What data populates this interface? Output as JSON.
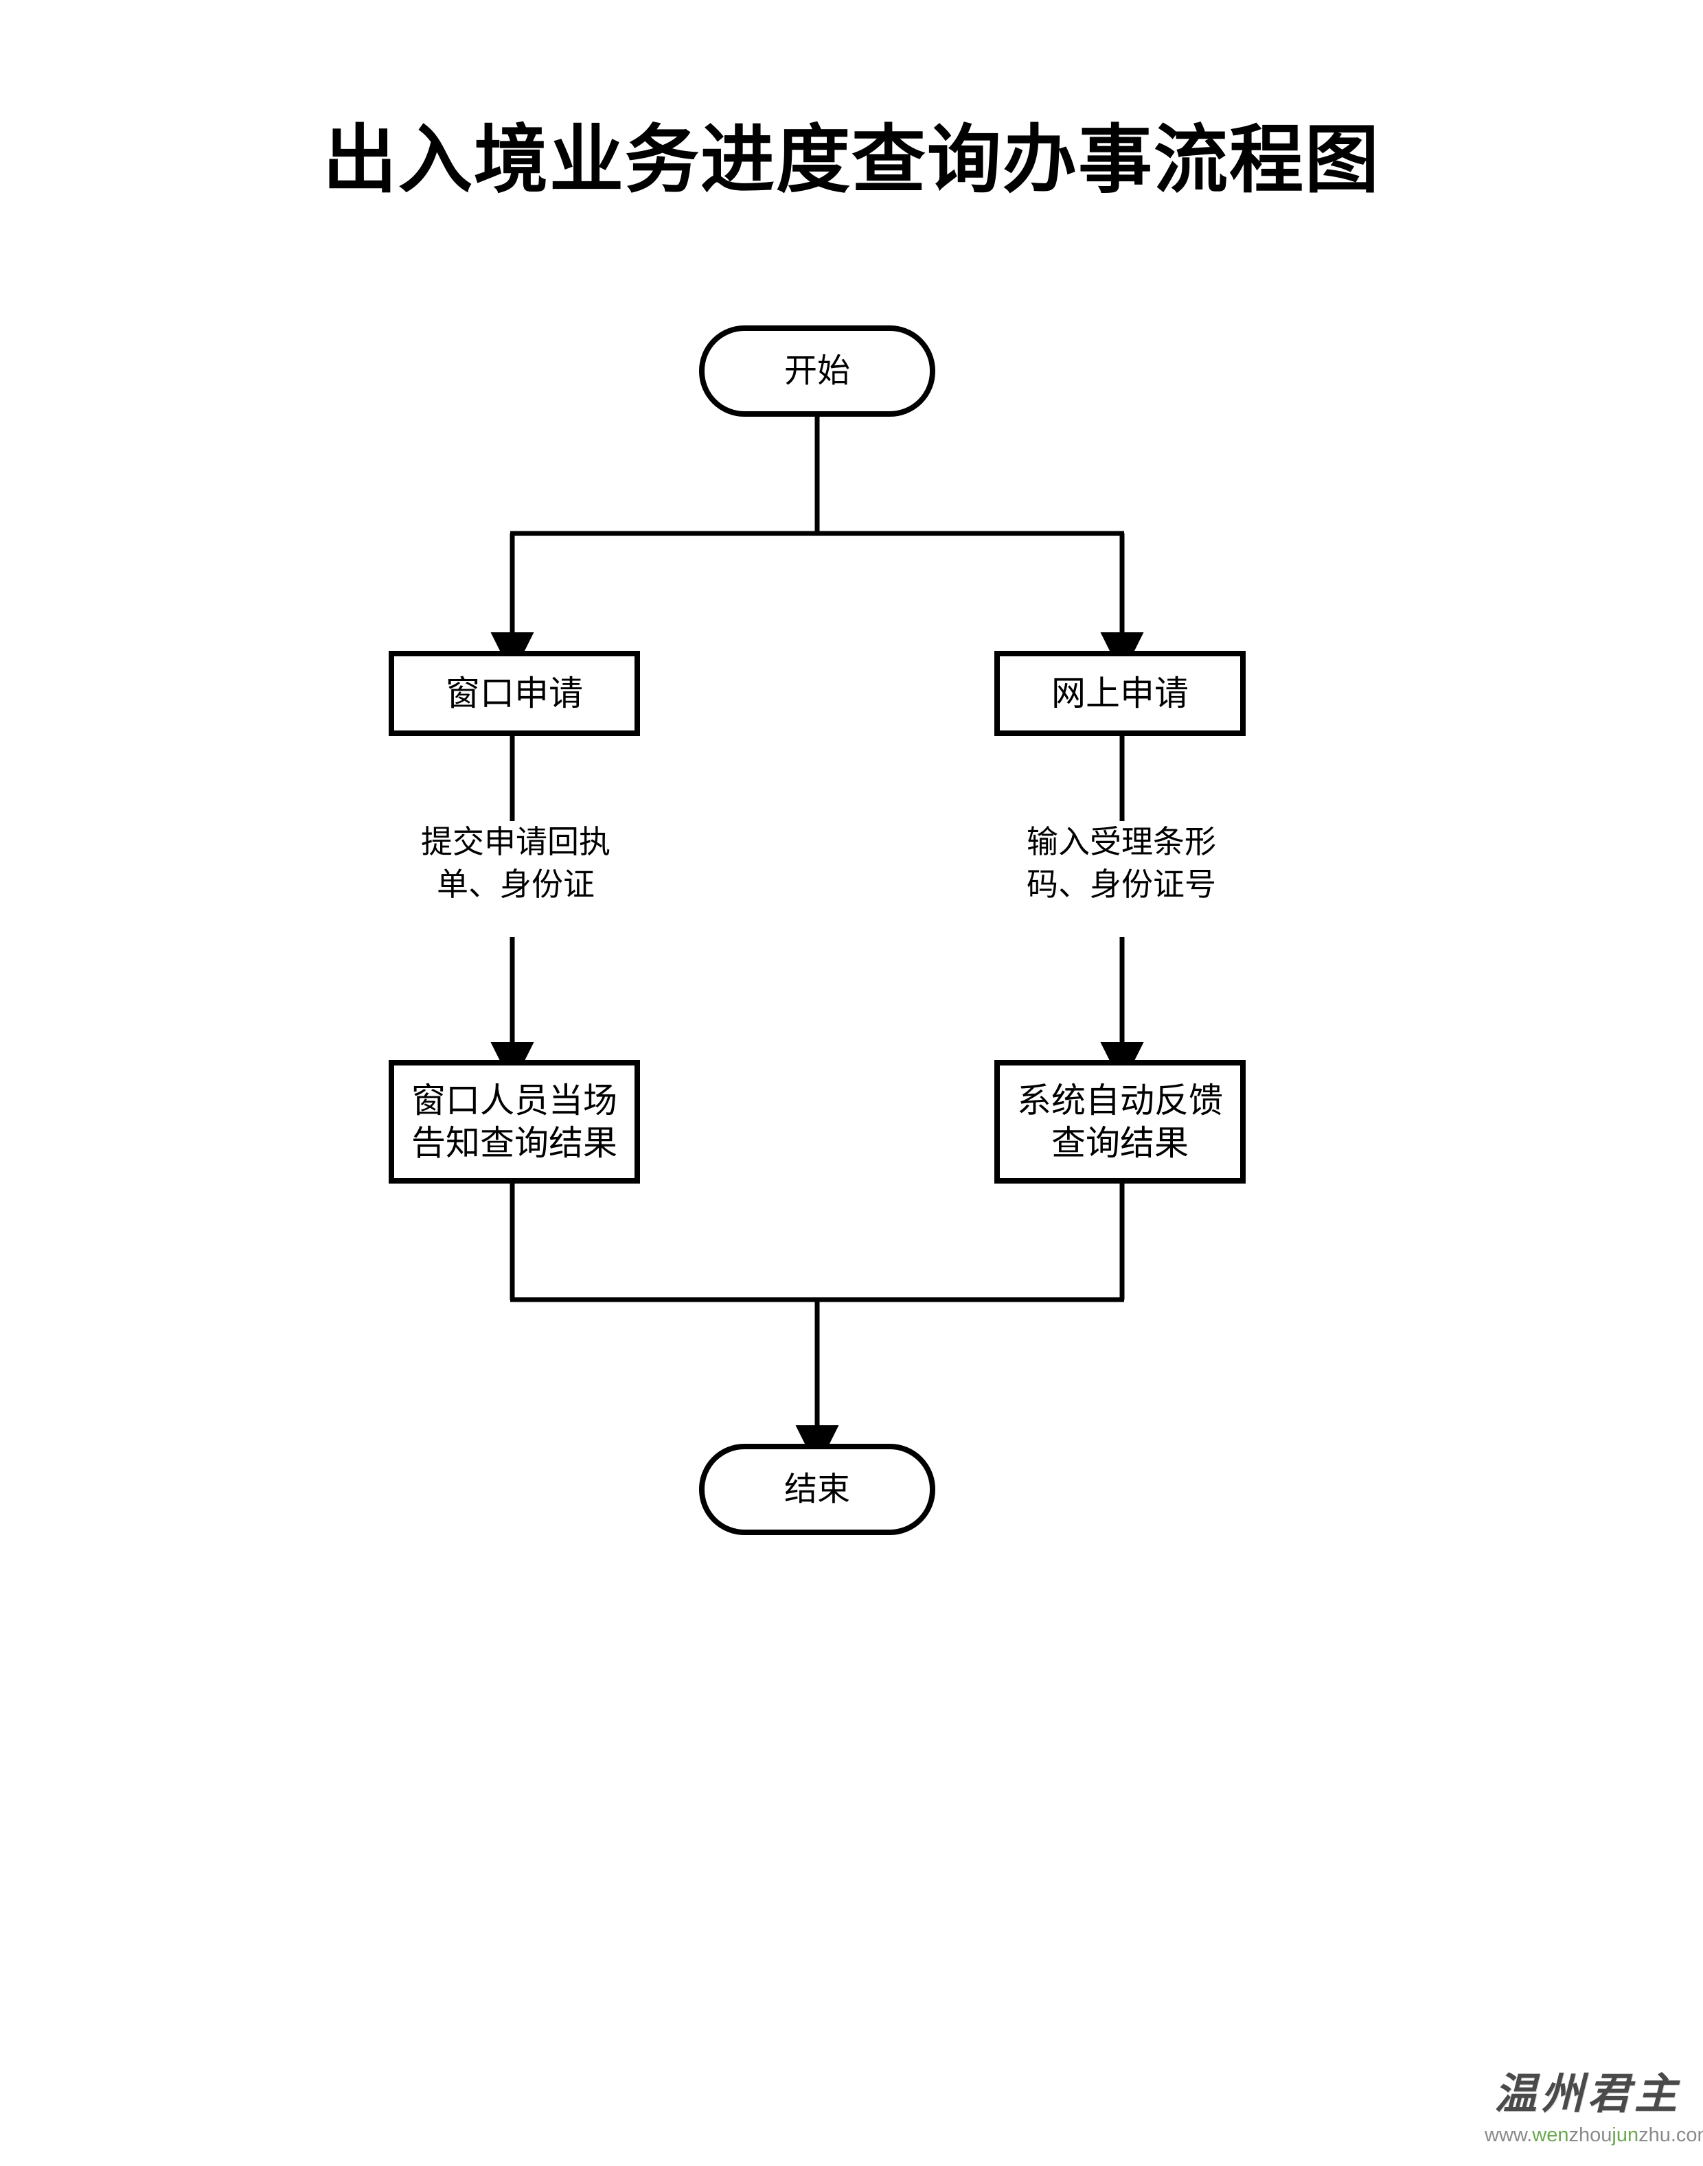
{
  "document": {
    "title": "出入境业务进度查询办事流程图"
  },
  "flowchart": {
    "type": "flowchart",
    "orientation": "top-to-bottom",
    "nodes": [
      {
        "id": "start",
        "shape": "terminal",
        "label": "开始"
      },
      {
        "id": "window_apply",
        "shape": "process",
        "label": "窗口申请"
      },
      {
        "id": "online_apply",
        "shape": "process",
        "label": "网上申请"
      },
      {
        "id": "window_result",
        "shape": "process",
        "label": "窗口人员当场\n告知查询结果"
      },
      {
        "id": "online_result",
        "shape": "process",
        "label": "系统自动反馈\n查询结果"
      },
      {
        "id": "end",
        "shape": "terminal",
        "label": "结束"
      }
    ],
    "edges": [
      {
        "from": "start",
        "to": "window_apply",
        "label": ""
      },
      {
        "from": "start",
        "to": "online_apply",
        "label": ""
      },
      {
        "from": "window_apply",
        "to": "window_result",
        "label": "提交申请回执\n单、身份证"
      },
      {
        "from": "online_apply",
        "to": "online_result",
        "label": "输入受理条形\n码、身份证号"
      },
      {
        "from": "window_result",
        "to": "end",
        "label": ""
      },
      {
        "from": "online_result",
        "to": "end",
        "label": ""
      }
    ],
    "line_color": "#000000",
    "fill_color": "#ffffff",
    "text_color": "#000000"
  },
  "watermark": {
    "mark": "温州君主",
    "url_parts": [
      {
        "text": "www.",
        "color": "#8a8a8a"
      },
      {
        "text": "wen",
        "color": "#6aa84f"
      },
      {
        "text": "zhou",
        "color": "#8a8a8a"
      },
      {
        "text": "jun",
        "color": "#6aa84f"
      },
      {
        "text": "zhu",
        "color": "#8a8a8a"
      },
      {
        "text": ".com",
        "color": "#8a8a8a"
      }
    ],
    "url": "www.wenzhoujunzhu.com"
  }
}
